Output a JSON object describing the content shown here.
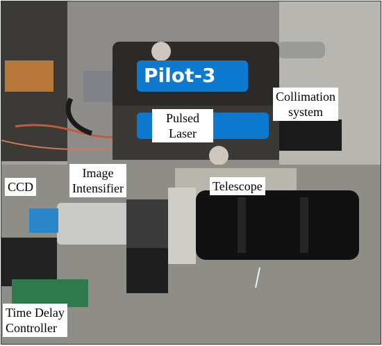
{
  "photo": {
    "subject": "optical bench with laser, telescope and image intensifier"
  },
  "device": {
    "brand_label": "Pilot-3"
  },
  "labels": {
    "pulsed_laser": [
      "Pulsed",
      "Laser"
    ],
    "collimation": [
      "Collimation",
      "system"
    ],
    "ccd": "CCD",
    "image_intensifier": [
      "Image",
      "Intensifier"
    ],
    "telescope": "Telescope",
    "time_delay": [
      "Time Delay",
      "Controller"
    ]
  },
  "colors": {
    "laser_box": "#2b2a28",
    "blue_panel": "#0d7ad0",
    "ccd_blue": "#2a86c8",
    "lens_black": "#111111"
  }
}
